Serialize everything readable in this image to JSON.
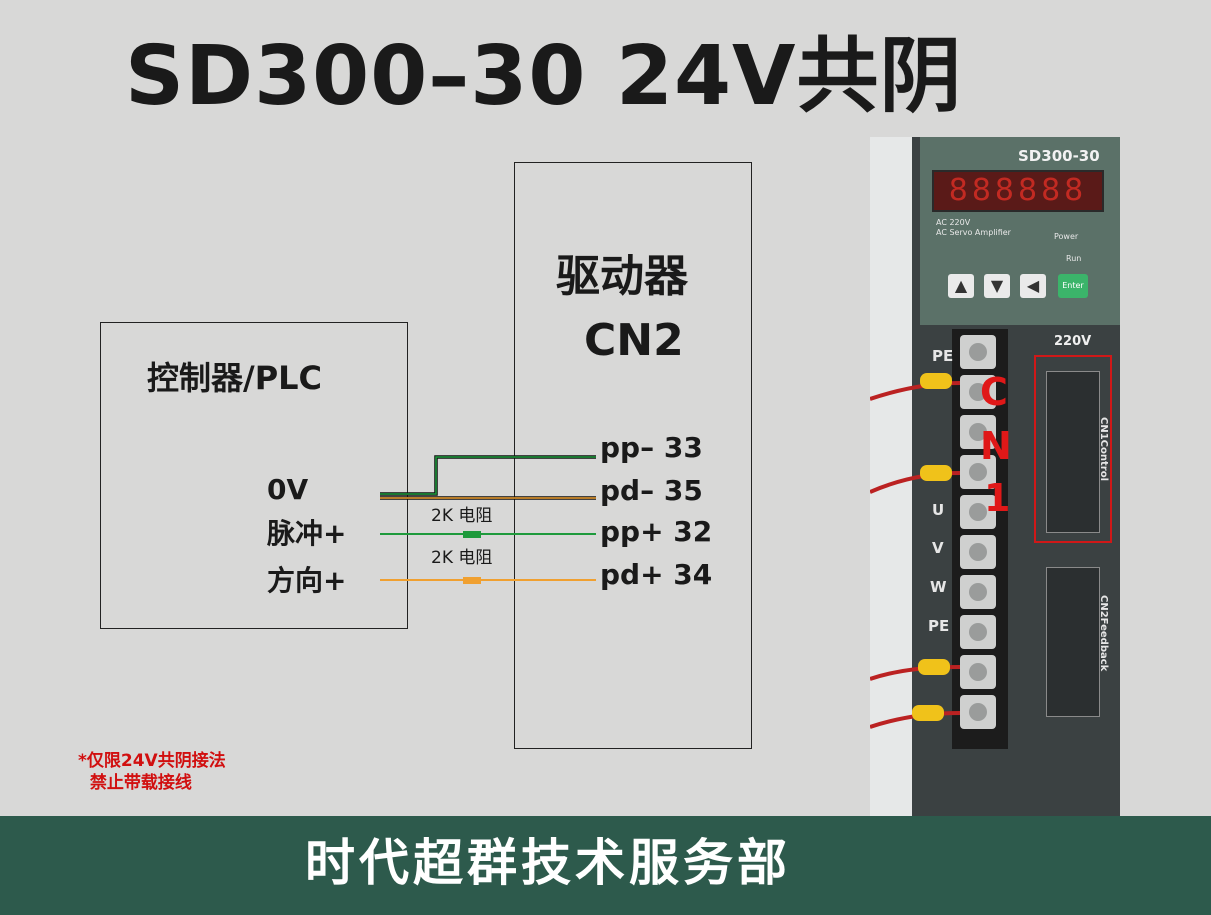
{
  "title": "SD300–30  24V共阴",
  "controller": {
    "title": "控制器/PLC",
    "signals": [
      "0V",
      "脉冲+",
      "方向+"
    ]
  },
  "driver": {
    "title_line1": "驱动器",
    "title_line2": "CN2",
    "pins": [
      "pp–  33",
      "pd–  35",
      "pp+  32",
      "pd+  34"
    ]
  },
  "resistor_labels": [
    "2K 电阻",
    "2K 电阻"
  ],
  "note": {
    "line1": "*仅限24V共阴接法",
    "line2": "禁止带载接线"
  },
  "footer": "时代超群技术服务部",
  "photo": {
    "model": "SD300-30",
    "display": "888888",
    "ac_line1": "AC 220V",
    "ac_line2": "AC Servo Amplifier",
    "power": "Power",
    "run": "Run",
    "keys": [
      "▲",
      "▼",
      "◀"
    ],
    "enter": "Enter",
    "voltage": "220V",
    "terminal_labels": [
      "PE",
      "U",
      "V",
      "W",
      "PE"
    ],
    "cn_letters": [
      "C",
      "N",
      "1"
    ],
    "cn1_label": "CN1Control",
    "cn2_label": "CN2Feedback"
  },
  "colors": {
    "green_wire": "#1e9a3c",
    "orange_wire": "#f0a030",
    "footer_bg": "#2d5a4c",
    "highlight_red": "#d01818"
  }
}
